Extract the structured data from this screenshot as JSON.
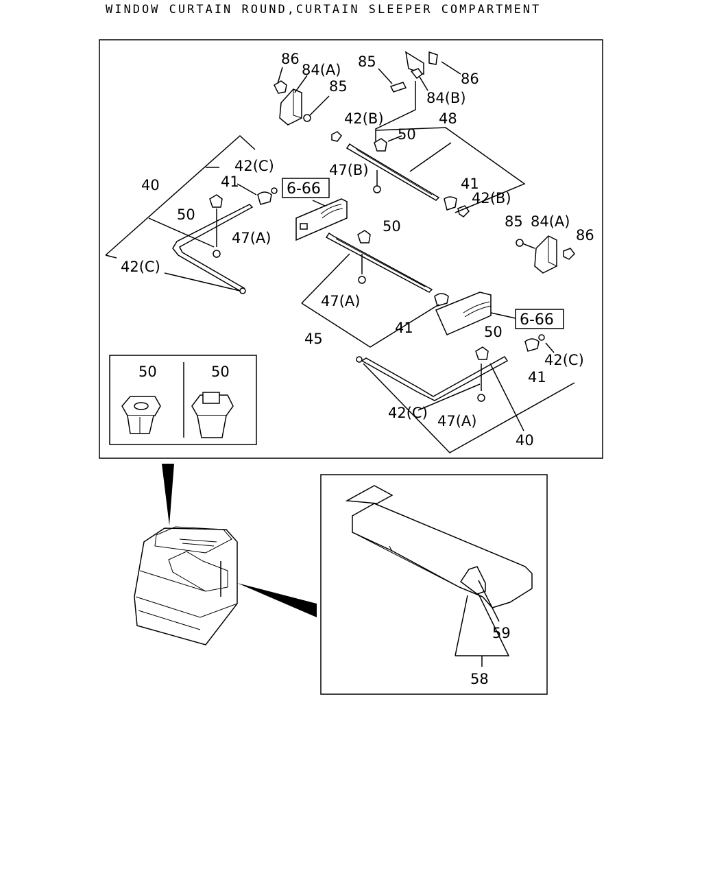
{
  "title": "WINDOW CURTAIN ROUND,CURTAIN SLEEPER COMPARTMENT",
  "ref_boxes": [
    "6-66",
    "6-66"
  ],
  "labels": {
    "l86a": "86",
    "l84a1": "84(A)",
    "l85a": "85",
    "l85b": "85",
    "l86b": "86",
    "l84b": "84(B)",
    "l42b1": "42(B)",
    "l48": "48",
    "l50a": "50",
    "l47b": "47(B)",
    "l41a": "41",
    "l42b2": "42(B)",
    "l42c1": "42(C)",
    "l40a": "40",
    "l41b": "41",
    "l50b": "50",
    "l47a1": "47(A)",
    "l42c2": "42(C)",
    "l50c": "50",
    "l85c": "85",
    "l84a2": "84(A)",
    "l86c": "86",
    "l47a2": "47(A)",
    "l41c": "41",
    "l45": "45",
    "l50d": "50",
    "l42c3": "42(C)",
    "l41d": "41",
    "l42c4": "42(C)",
    "l47a3": "47(A)",
    "l40b": "40",
    "l50e": "50",
    "l50f": "50",
    "l59": "59",
    "l58": "58"
  }
}
